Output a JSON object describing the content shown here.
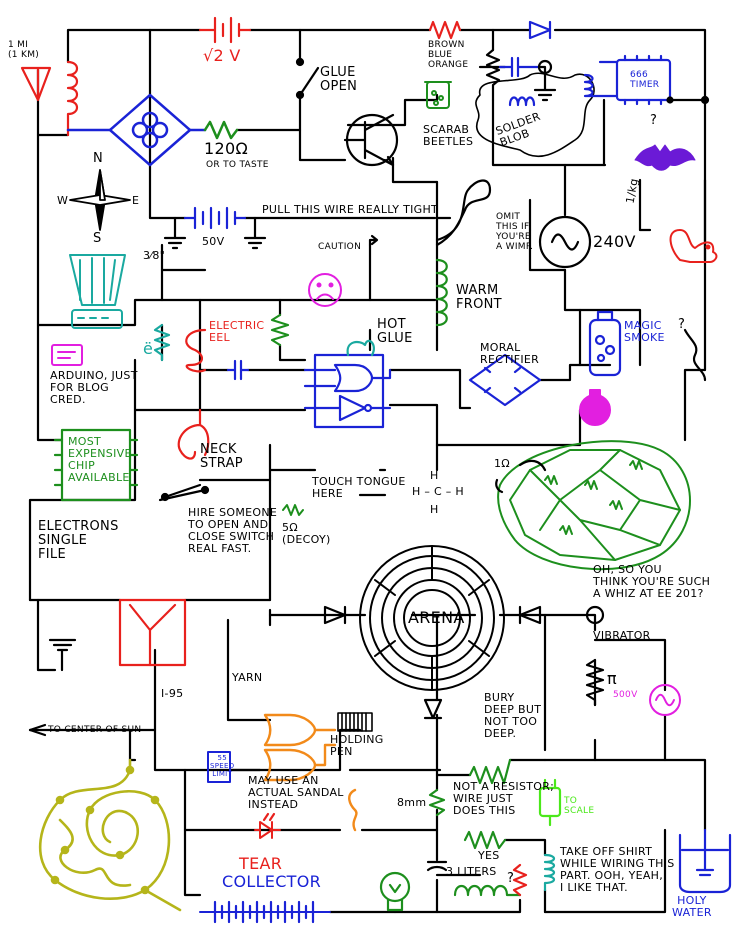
{
  "labels": {
    "scale": "1 MI\n(1 KM)",
    "voltage_sqrt2": "√2 V",
    "glue_open": "GLUE\nOPEN",
    "resistor_colors": "BROWN\nBLUE\nORANGE",
    "scarab": "SCARAB\nBEETLES",
    "solder_blob": "SOLDER\nBLOB",
    "timer": "666\nTIMER",
    "question_timer": "?",
    "resistor_120": "120Ω",
    "or_to_taste": "OR TO TASTE",
    "compass_n": "N",
    "compass_w": "W",
    "compass_e": "E",
    "compass_s": "S",
    "pull_wire": "PULL THIS WIRE REALLY TIGHT",
    "fifty_v": "50V",
    "three_eighths": "3⁄8\"",
    "caution": "CAUTION",
    "omit": "OMIT\nTHIS IF\nYOU'RE\nA WIMP.",
    "v240": "240V",
    "one_per_kg": "1/kg",
    "warm_front": "WARM\nFRONT",
    "electric_eel": "ELECTRIC\nEEL",
    "e_umlaut": "ë",
    "hot_glue": "HOT\nGLUE",
    "magic_smoke": "MAGIC\nSMOKE",
    "question_smoke": "?",
    "arduino": "ARDUINO, JUST\nFOR BLOG\nCRED.",
    "moral_rectifier": "MORAL\nRECTIFIER",
    "neck_strap": "NECK\nSTRAP",
    "chip": "MOST\nEXPENSIVE\nCHIP\nAVAILABLE",
    "touch_tongue": "TOUCH TONGUE\nHERE",
    "methane_h": "H",
    "methane": "H – C – H",
    "methane_h2": "H",
    "one_ohm": "1Ω",
    "hire_someone": "HIRE SOMEONE\nTO OPEN AND\nCLOSE SWITCH\nREAL FAST.",
    "electrons": "ELECTRONS\nSINGLE\nFILE",
    "five_ohm": "5Ω\n(DECOY)",
    "whiz": "OH, SO YOU\nTHINK YOU'RE SUCH\nA WHIZ AT EE 201?",
    "arena": "ARENA",
    "vibrator": "VIBRATOR",
    "pi": "π",
    "five_hundred_v": "500V",
    "i95": "I-95",
    "yarn": "YARN",
    "bury": "BURY\nDEEP BUT\nNOT TOO\nDEEP.",
    "to_center_sun": "TO CENTER OF SUN",
    "holding_pen": "HOLDING\nPEN",
    "speed_limit": "55\nSPEED\nLIMIT",
    "sandal": "MAY USE AN\nACTUAL SANDAL\nINSTEAD",
    "not_resistor": "NOT A RESISTOR;\nWIRE JUST\nDOES THIS",
    "eight_mm": "8mm",
    "to_scale": "TO\nSCALE",
    "tear_collector_1": "TEAR",
    "tear_collector_2": "COLLECTOR",
    "yes": "YES",
    "three_liters": "3 LITERS",
    "question_coil": "?",
    "take_off_shirt": "TAKE OFF SHIRT\nWHILE WIRING THIS\nPART. OOH, YEAH,\nI LIKE THAT.",
    "holy_water": "HOLY\nWATER"
  },
  "colors": {
    "ink": "#000000",
    "red": "#e8211d",
    "blue": "#1a23d6",
    "green": "#1d8f1d",
    "teal": "#1aa9a0",
    "magenta": "#e21fe0",
    "purple": "#5a1ad6",
    "orange": "#f28a1a",
    "olive": "#b5b51a",
    "lime": "#4be81a"
  },
  "icons": [
    "antenna-icon",
    "compass-icon",
    "blender-icon",
    "bat-icon",
    "squirrel-icon",
    "lightbulb-icon",
    "beaker-icon",
    "frowny-face-icon",
    "arena-icon",
    "potion-bottle-icon"
  ]
}
